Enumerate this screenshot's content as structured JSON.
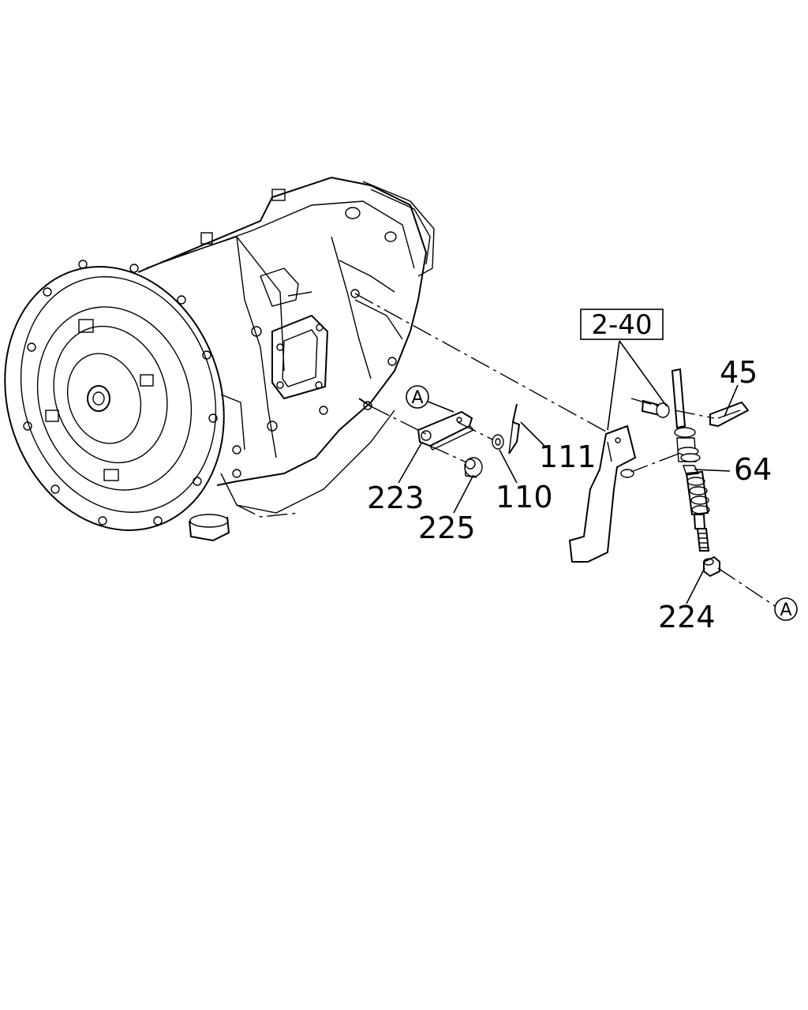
{
  "diagram": {
    "reference_box": "2-40",
    "callout_marker": "A",
    "part_labels": {
      "p45": "45",
      "p64": "64",
      "p110": "110",
      "p111": "111",
      "p223": "223",
      "p224": "224",
      "p225": "225"
    }
  }
}
